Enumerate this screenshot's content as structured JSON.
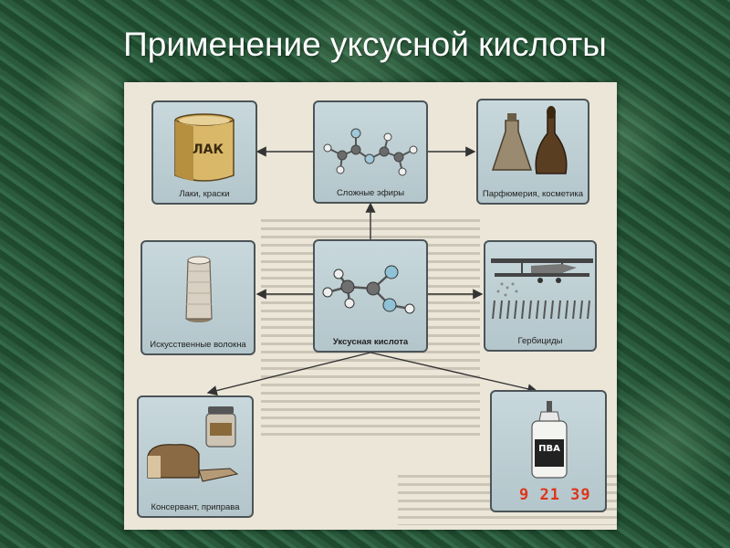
{
  "title": "Применение уксусной кислоты",
  "nodes": [
    {
      "id": "varnish",
      "label": "Лаки, краски",
      "can_label": "ЛАК",
      "icon": "paint-can-icon"
    },
    {
      "id": "esters",
      "label": "Сложные эфиры",
      "icon": "ester-molecule-icon"
    },
    {
      "id": "perfume",
      "label": "Парфюмерия, косметика",
      "icon": "perfume-bottles-icon"
    },
    {
      "id": "fibers",
      "label": "Искусственные волокна",
      "icon": "yarn-spool-icon"
    },
    {
      "id": "acid",
      "label": "Уксусная кислота",
      "icon": "acetic-acid-molecule-icon"
    },
    {
      "id": "herbicides",
      "label": "Гербициды",
      "icon": "crop-duster-plane-icon"
    },
    {
      "id": "preservative",
      "label": "Консервант, приправа",
      "icon": "bread-and-jar-icon"
    },
    {
      "id": "glue",
      "label": "",
      "bottle_label": "ПВА",
      "icon": "glue-bottle-icon"
    }
  ],
  "stamp": "9 21 39"
}
